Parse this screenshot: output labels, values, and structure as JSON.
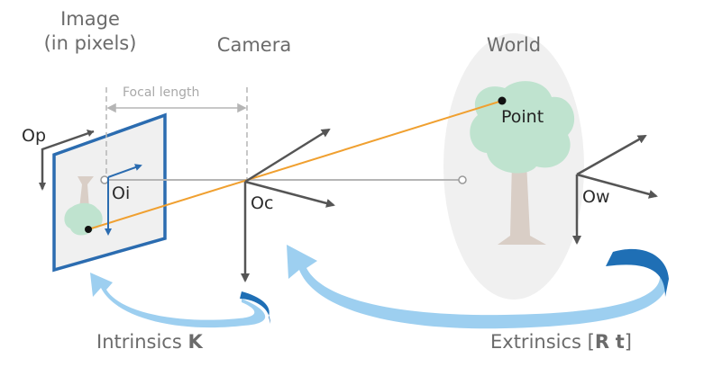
{
  "headers": {
    "image_line1": "Image",
    "image_line2": "(in pixels)",
    "camera": "Camera",
    "world": "World"
  },
  "annotations": {
    "focal_length": "Focal length",
    "point": "Point"
  },
  "axes": {
    "pixel_origin": "Op",
    "image_origin": "Oi",
    "camera_origin": "Oc",
    "world_origin": "Ow"
  },
  "transforms": {
    "intrinsics_prefix": "Intrinsics ",
    "intrinsics_symbol": "K",
    "extrinsics_prefix": "Extrinsics [",
    "extrinsics_symbol_r": "R",
    "extrinsics_symbol_t": "t",
    "extrinsics_suffix": "]"
  },
  "colors": {
    "ray": "#f0a030",
    "image_plane": "#2b6cb0",
    "arrow_light": "#9dcff0",
    "arrow_dark": "#1f6fb5",
    "axis": "#555555",
    "tree_canopy": "#bfe3cf",
    "tree_trunk": "#d9cec6",
    "world_blob": "#f0f0f0"
  }
}
